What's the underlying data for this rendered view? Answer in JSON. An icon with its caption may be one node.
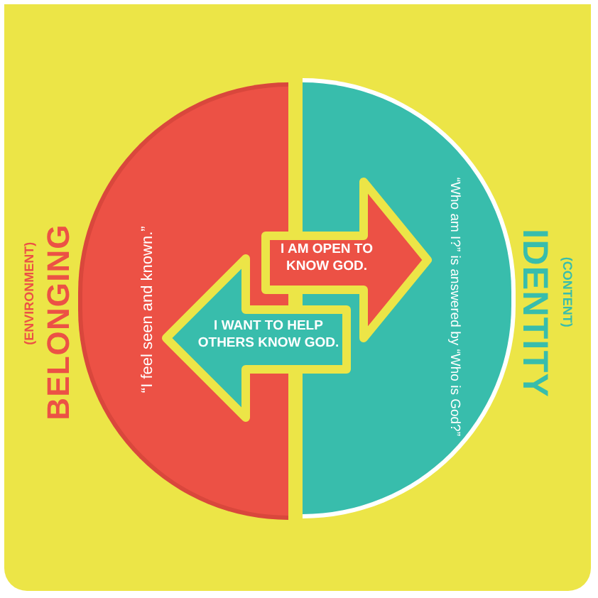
{
  "diagram": {
    "nodes": [
      {
        "text": [
          "BELONGING",
          "(ENVIRONMENT)",
          "“I feel seen and known.”"
        ]
      },
      {
        "text": [
          "IDENTITY",
          "(CONTENT)",
          "“Who am I?” is answered by “Who is God?”"
        ]
      },
      {
        "text": [
          "I AM OPEN TO KNOW GOD."
        ]
      },
      {
        "text": [
          "I WANT TO HELP OTHERS KNOW GOD."
        ]
      }
    ]
  }
}
